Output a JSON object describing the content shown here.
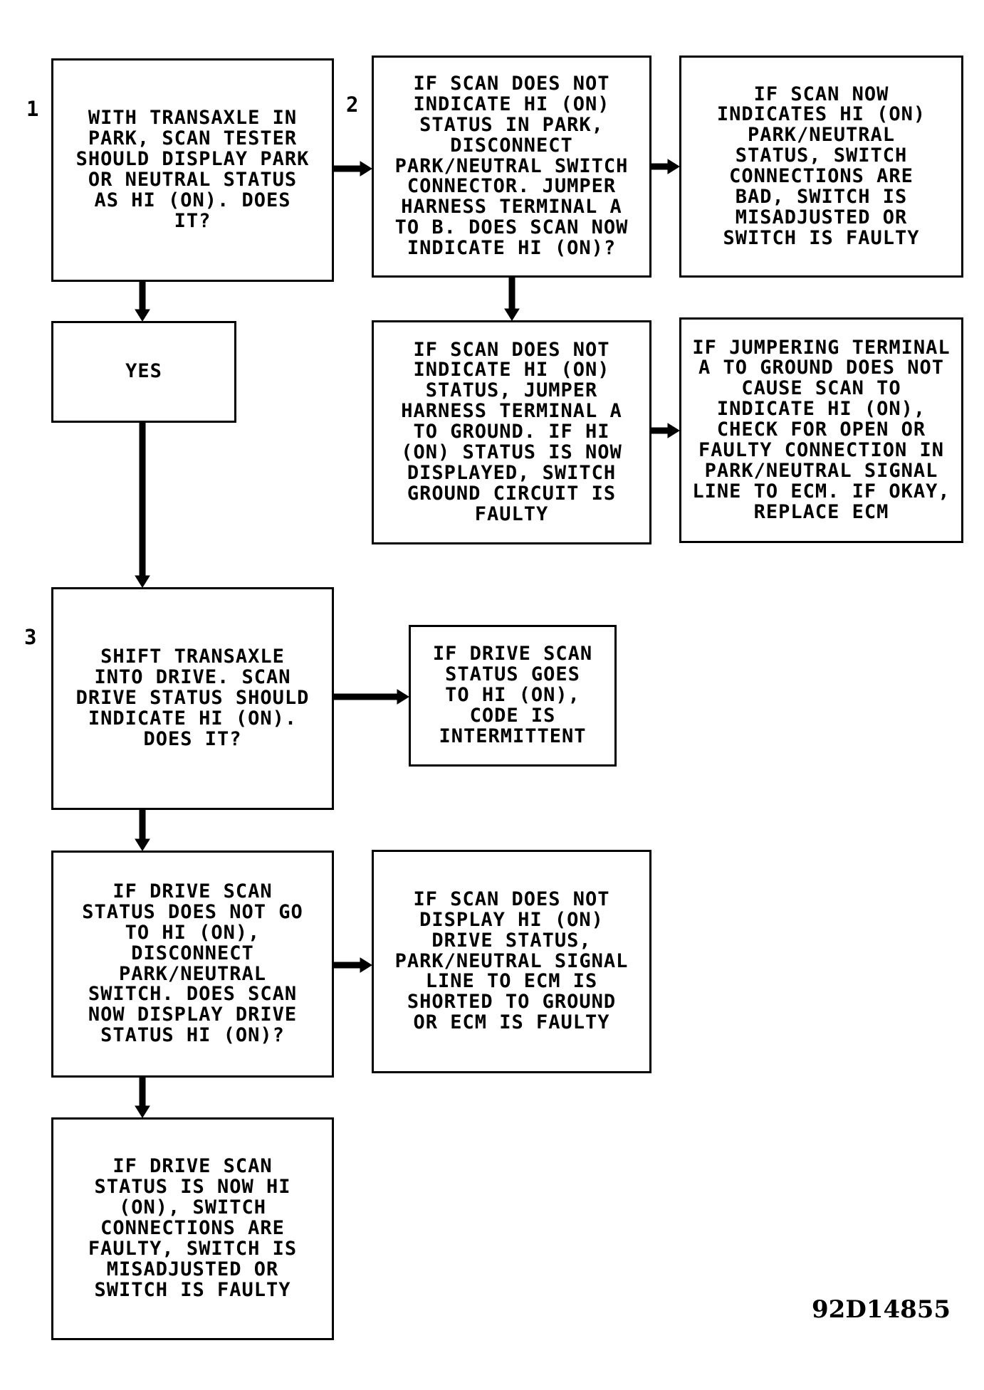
{
  "steps": {
    "one": "1",
    "two": "2",
    "three": "3"
  },
  "boxes": {
    "park_check": "WITH TRANSAXLE IN\nPARK, SCAN TESTER\nSHOULD DISPLAY PARK\nOR NEUTRAL STATUS\nAS HI (ON). DOES\nIT?",
    "yes": "YES",
    "jumper_a_to_b": "IF SCAN DOES NOT\nINDICATE HI (ON)\nSTATUS IN PARK,\nDISCONNECT\nPARK/NEUTRAL SWITCH\nCONNECTOR. JUMPER\nHARNESS TERMINAL A\nTO B. DOES SCAN NOW\nINDICATE HI (ON)?",
    "switch_bad_park": "IF SCAN NOW\nINDICATES HI (ON)\nPARK/NEUTRAL\nSTATUS, SWITCH\nCONNECTIONS ARE\nBAD, SWITCH IS\nMISADJUSTED OR\nSWITCH IS FAULTY",
    "jumper_a_to_ground": "IF SCAN DOES NOT\nINDICATE HI (ON)\nSTATUS, JUMPER\nHARNESS TERMINAL A\nTO GROUND. IF HI\n(ON) STATUS IS NOW\nDISPLAYED, SWITCH\nGROUND CIRCUIT IS\nFAULTY",
    "replace_ecm": "IF JUMPERING TERMINAL\nA TO GROUND DOES NOT\nCAUSE SCAN TO\nINDICATE HI (ON),\nCHECK FOR OPEN OR\nFAULTY CONNECTION IN\nPARK/NEUTRAL SIGNAL\nLINE TO ECM. IF OKAY,\nREPLACE ECM",
    "shift_drive": "SHIFT TRANSAXLE\nINTO DRIVE. SCAN\nDRIVE STATUS SHOULD\nINDICATE HI (ON).\nDOES IT?",
    "intermittent": "IF DRIVE SCAN\nSTATUS GOES\nTO HI (ON),\nCODE IS\nINTERMITTENT",
    "disconnect_switch": "IF DRIVE SCAN\nSTATUS DOES NOT GO\nTO HI (ON),\nDISCONNECT\nPARK/NEUTRAL\nSWITCH. DOES SCAN\nNOW DISPLAY DRIVE\nSTATUS HI (ON)?",
    "signal_line_shorted": "IF SCAN DOES NOT\nDISPLAY HI (ON)\nDRIVE STATUS,\nPARK/NEUTRAL SIGNAL\nLINE TO ECM IS\nSHORTED TO GROUND\nOR ECM IS FAULTY",
    "switch_faulty_drive": "IF DRIVE SCAN\nSTATUS IS NOW HI\n(ON), SWITCH\nCONNECTIONS ARE\nFAULTY, SWITCH IS\nMISADJUSTED OR\nSWITCH IS FAULTY"
  },
  "figure_id": "92D14855"
}
